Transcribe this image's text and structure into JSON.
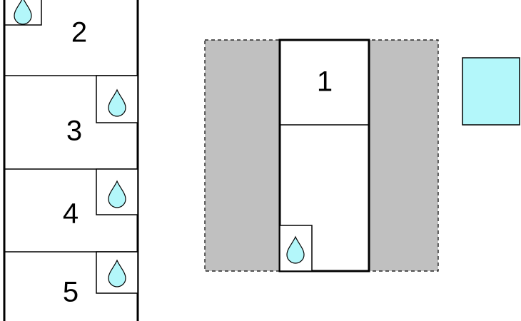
{
  "colors": {
    "background": "#ffffff",
    "line": "#000000",
    "gray_zone": "#c0c0c0",
    "water": "#b3f7fa"
  },
  "rooms": [
    {
      "id": "room-2",
      "label": "2",
      "icon": "water-drop-icon"
    },
    {
      "id": "room-3",
      "label": "3",
      "icon": "water-drop-icon"
    },
    {
      "id": "room-4",
      "label": "4",
      "icon": "water-drop-icon"
    },
    {
      "id": "room-5",
      "label": "5",
      "icon": "water-drop-icon"
    },
    {
      "id": "room-1",
      "label": "1",
      "icon": "water-drop-icon"
    }
  ],
  "top_fixture_icon": "water-drop-icon",
  "swatch_icon": "cyan-square"
}
